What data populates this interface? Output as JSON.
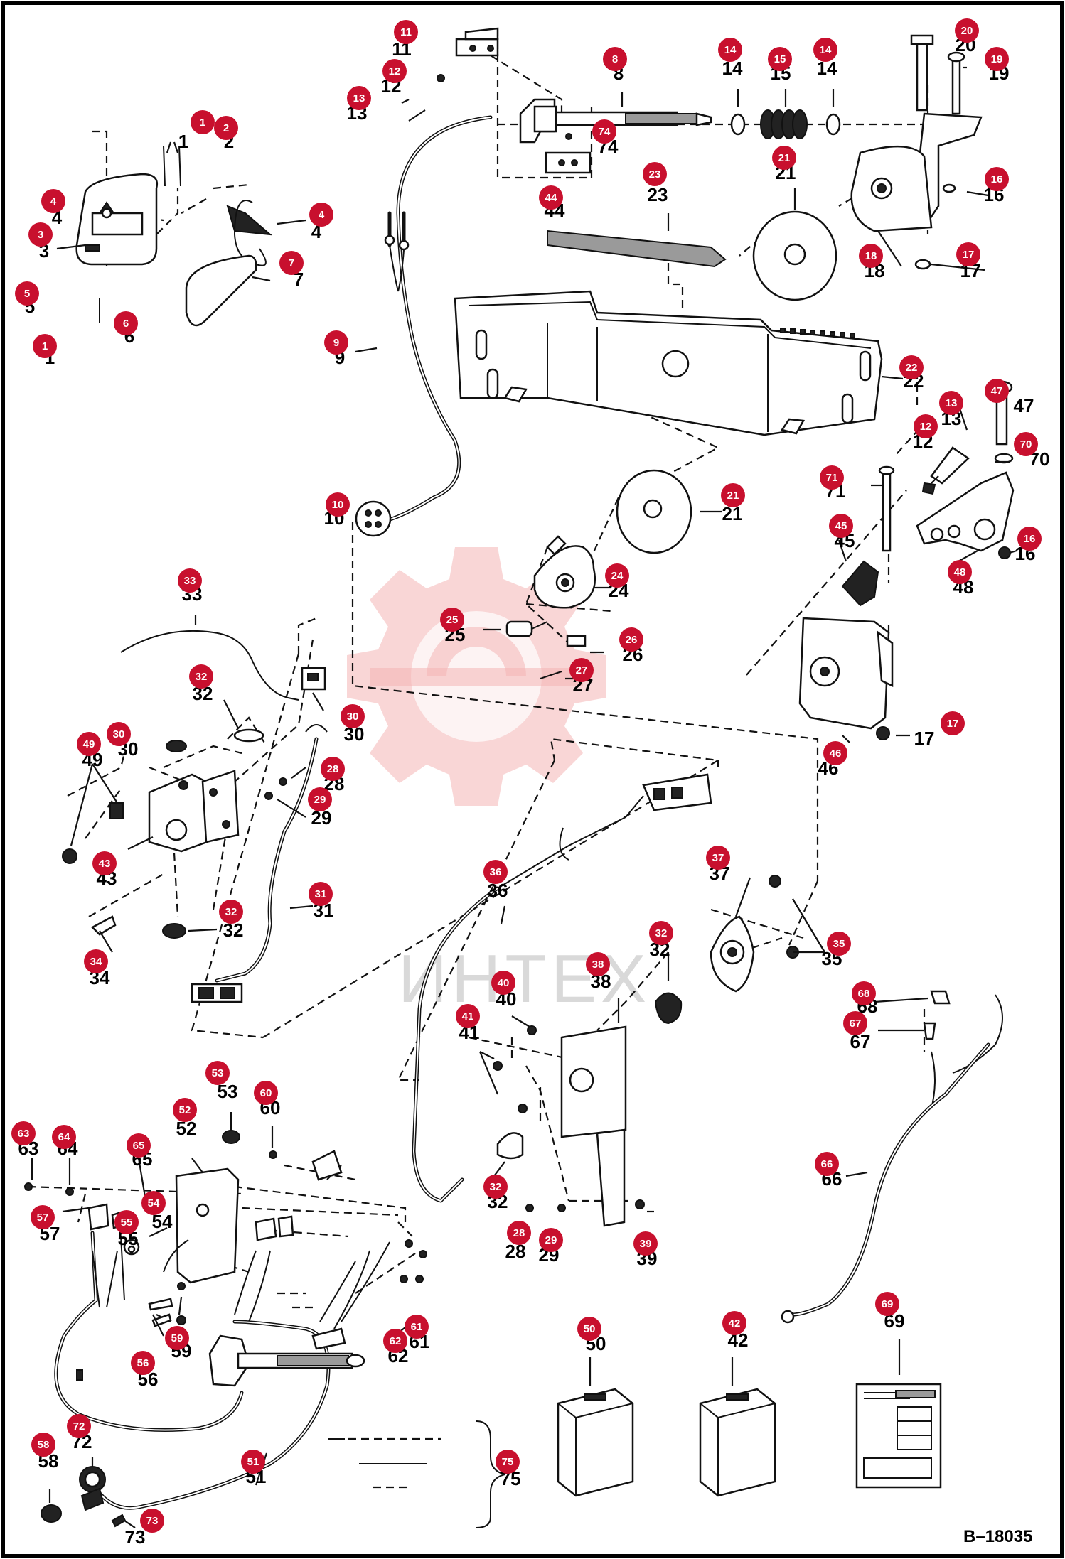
{
  "drawing_ref": "B–18035",
  "watermark": "ИНТЕХ",
  "callouts": [
    {
      "n": "1"
    },
    {
      "n": "2"
    },
    {
      "n": "3"
    },
    {
      "n": "4"
    },
    {
      "n": "5"
    },
    {
      "n": "6"
    },
    {
      "n": "7"
    },
    {
      "n": "8"
    },
    {
      "n": "9"
    },
    {
      "n": "10"
    },
    {
      "n": "11"
    },
    {
      "n": "12"
    },
    {
      "n": "13"
    },
    {
      "n": "14"
    },
    {
      "n": "15"
    },
    {
      "n": "16"
    },
    {
      "n": "17"
    },
    {
      "n": "18"
    },
    {
      "n": "19"
    },
    {
      "n": "20"
    },
    {
      "n": "21"
    },
    {
      "n": "22"
    },
    {
      "n": "23"
    },
    {
      "n": "24"
    },
    {
      "n": "25"
    },
    {
      "n": "26"
    },
    {
      "n": "27"
    },
    {
      "n": "28"
    },
    {
      "n": "29"
    },
    {
      "n": "30"
    },
    {
      "n": "31"
    },
    {
      "n": "32"
    },
    {
      "n": "33"
    },
    {
      "n": "34"
    },
    {
      "n": "35"
    },
    {
      "n": "36"
    },
    {
      "n": "37"
    },
    {
      "n": "38"
    },
    {
      "n": "39"
    },
    {
      "n": "40"
    },
    {
      "n": "41"
    },
    {
      "n": "42"
    },
    {
      "n": "43"
    },
    {
      "n": "44"
    },
    {
      "n": "45"
    },
    {
      "n": "46"
    },
    {
      "n": "47"
    },
    {
      "n": "48"
    },
    {
      "n": "49"
    },
    {
      "n": "50"
    },
    {
      "n": "51"
    },
    {
      "n": "52"
    },
    {
      "n": "53"
    },
    {
      "n": "54"
    },
    {
      "n": "55"
    },
    {
      "n": "56"
    },
    {
      "n": "57"
    },
    {
      "n": "58"
    },
    {
      "n": "59"
    },
    {
      "n": "60"
    },
    {
      "n": "61"
    },
    {
      "n": "62"
    },
    {
      "n": "63"
    },
    {
      "n": "64"
    },
    {
      "n": "65"
    },
    {
      "n": "66"
    },
    {
      "n": "67"
    },
    {
      "n": "68"
    },
    {
      "n": "69"
    },
    {
      "n": "70"
    },
    {
      "n": "71"
    },
    {
      "n": "72"
    },
    {
      "n": "73"
    },
    {
      "n": "74"
    },
    {
      "n": "75"
    }
  ]
}
